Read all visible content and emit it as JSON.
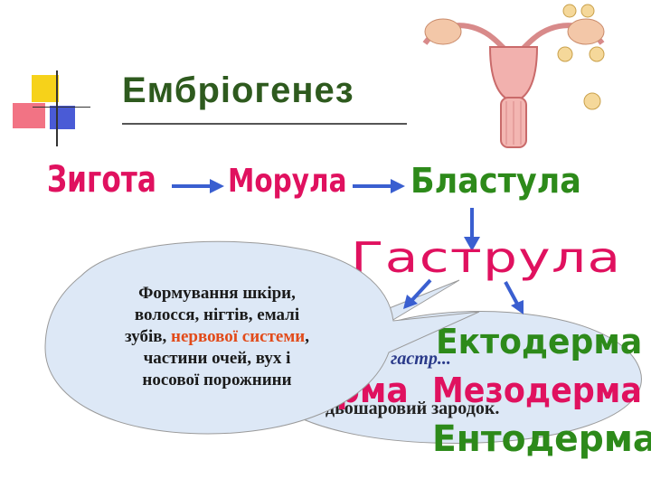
{
  "title": "Ембріогенез",
  "stages": {
    "zygote": "Зигота",
    "morula": "Морула",
    "blastula": "Бластула",
    "gastrula": "Гаструла"
  },
  "layers": {
    "ectoderm": "Ектодерма +",
    "mesoderm": "Мезодерма +",
    "endoderm": "Ентодерма",
    "partial": "рма"
  },
  "hidden_bubble": {
    "line1": "гастр",
    "line1_tail": "...",
    "line2": "– двошаровий зародок."
  },
  "callout": {
    "line1": "Формування шкіри,",
    "line2": "волосся, нігтів, емалі",
    "line3_before": "зубів, ",
    "line3_highlight": "нервової системи",
    "line3_after": ",",
    "line4": "частини очей, вух і",
    "line5": "носової порожнини"
  },
  "colors": {
    "title": "#2e5a1e",
    "stage_red": "#e0115f",
    "stage_green": "#2d8a1a",
    "arrow": "#3a5fd0",
    "callout_fill": "#dde8f6",
    "highlight": "#e24b1a"
  }
}
